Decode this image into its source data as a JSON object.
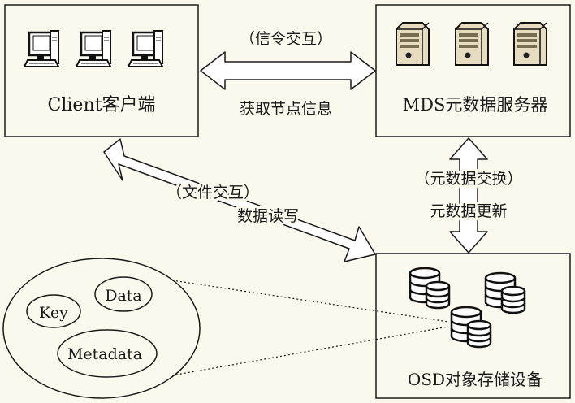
{
  "client": {
    "label": "Client客户端"
  },
  "mds": {
    "label": "MDS元数据服务器"
  },
  "osd": {
    "label": "OSD对象存储设备"
  },
  "links": {
    "client_mds_top": "（信令交互）",
    "client_mds_bottom": "获取节点信息",
    "mds_osd_top": "（元数据交换）",
    "mds_osd_bottom": "元数据更新",
    "client_osd_top": "（文件交互）",
    "client_osd_bottom": "数据读写"
  },
  "object": {
    "key": "Key",
    "data": "Data",
    "metadata": "Metadata"
  },
  "colors": {
    "background": "#fbf8ee",
    "stroke": "#1a1a1a",
    "server": "#e8dcc0",
    "monitor": "#ffffff"
  },
  "icons": {
    "client": "desktop-computer-icon",
    "mds": "server-tower-icon",
    "osd": "database-stack-icon"
  }
}
